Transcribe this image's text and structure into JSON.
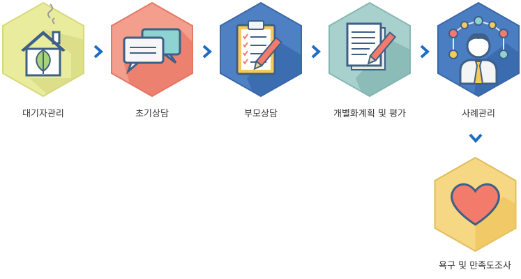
{
  "steps": [
    {
      "label": "대기자관리",
      "icon": "house-icon",
      "color": "#E8EB9A"
    },
    {
      "label": "초기상담",
      "icon": "speech-bubbles-icon",
      "color": "#F49C8C"
    },
    {
      "label": "부모상담",
      "icon": "clipboard-checklist-icon",
      "color": "#4F7FC2"
    },
    {
      "label": "개별화계획 및 평가",
      "icon": "document-pencil-icon",
      "color": "#A6CFCB"
    },
    {
      "label": "사례관리",
      "icon": "person-network-icon",
      "color": "#4A7DC0"
    },
    {
      "label": "욕구 및 만족도조사",
      "icon": "heart-icon",
      "color": "#F5D782"
    }
  ],
  "arrow_color": "#1F6DC2"
}
